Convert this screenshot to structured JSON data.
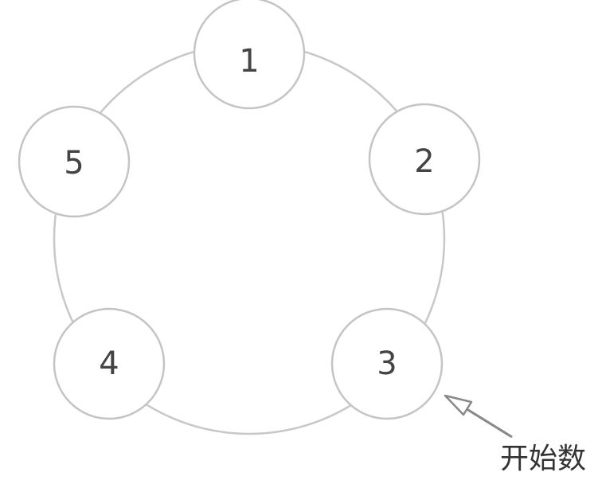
{
  "nodes": [
    {
      "label": "1"
    },
    {
      "label": "2"
    },
    {
      "label": "3"
    },
    {
      "label": "4"
    },
    {
      "label": "5"
    }
  ],
  "annotation": {
    "text": "开始数",
    "points_to": "3"
  },
  "colors": {
    "stroke": "#c4c4c4",
    "text": "#444444",
    "arrow": "#888888"
  }
}
